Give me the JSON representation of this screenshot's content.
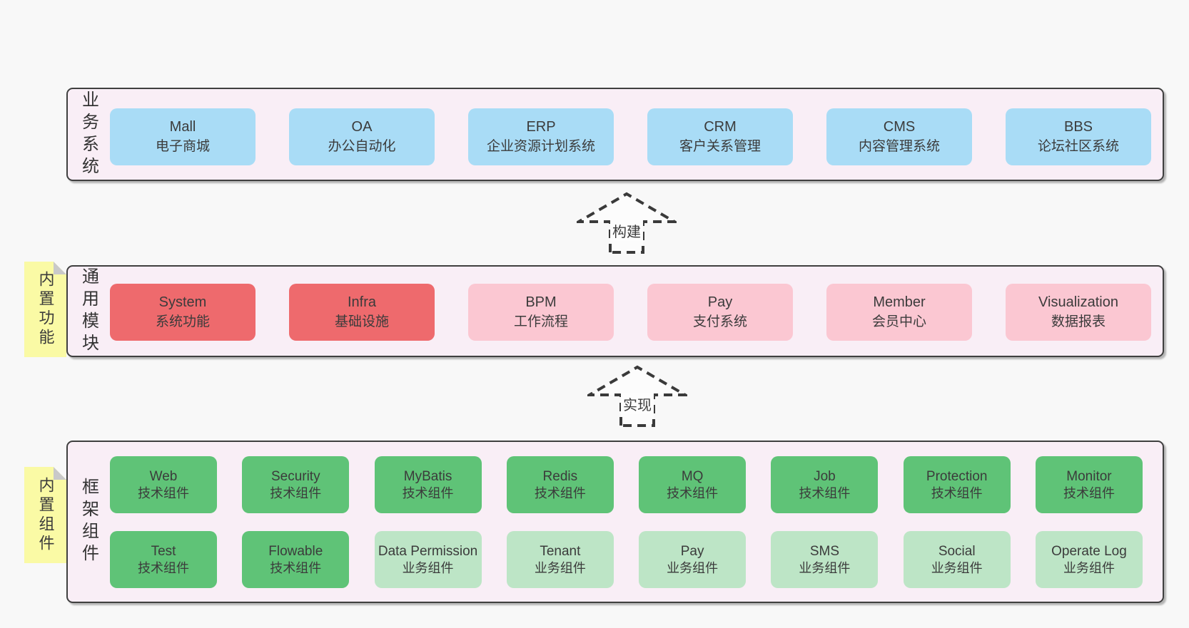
{
  "palette": {
    "page_bg": "#f8f8f8",
    "section_bg": "#f9eef6",
    "section_border": "#3f3f3f",
    "blue": "#a9dcf6",
    "red": "#ee6a6d",
    "pink": "#fbc7d2",
    "green": "#5fc377",
    "light_green": "#bde5c6",
    "sticky_yellow": "#fafaa5",
    "sticky_fold_gray": "#c9c9c9",
    "text": "#3b3b3b"
  },
  "arrows": {
    "build": "构建",
    "implement": "实现"
  },
  "sections": {
    "business": {
      "side_label": "业务系统",
      "boxes": [
        {
          "title": "Mall",
          "subtitle": "电子商城"
        },
        {
          "title": "OA",
          "subtitle": "办公自动化"
        },
        {
          "title": "ERP",
          "subtitle": "企业资源计划系统"
        },
        {
          "title": "CRM",
          "subtitle": "客户关系管理"
        },
        {
          "title": "CMS",
          "subtitle": "内容管理系统"
        },
        {
          "title": "BBS",
          "subtitle": "论坛社区系统"
        }
      ]
    },
    "common": {
      "side_label": "通用模块",
      "sticky_label": "内置功能",
      "boxes": [
        {
          "title": "System",
          "subtitle": "系统功能",
          "tone": "red"
        },
        {
          "title": "Infra",
          "subtitle": "基础设施",
          "tone": "red"
        },
        {
          "title": "BPM",
          "subtitle": "工作流程",
          "tone": "pink"
        },
        {
          "title": "Pay",
          "subtitle": "支付系统",
          "tone": "pink"
        },
        {
          "title": "Member",
          "subtitle": "会员中心",
          "tone": "pink"
        },
        {
          "title": "Visualization",
          "subtitle": "数据报表",
          "tone": "pink"
        }
      ]
    },
    "framework": {
      "side_label": "框架组件",
      "sticky_label": "内置组件",
      "rows": [
        [
          {
            "title": "Web",
            "subtitle": "技术组件",
            "tone": "green"
          },
          {
            "title": "Security",
            "subtitle": "技术组件",
            "tone": "green"
          },
          {
            "title": "MyBatis",
            "subtitle": "技术组件",
            "tone": "green"
          },
          {
            "title": "Redis",
            "subtitle": "技术组件",
            "tone": "green"
          },
          {
            "title": "MQ",
            "subtitle": "技术组件",
            "tone": "green"
          },
          {
            "title": "Job",
            "subtitle": "技术组件",
            "tone": "green"
          },
          {
            "title": "Protection",
            "subtitle": "技术组件",
            "tone": "green"
          },
          {
            "title": "Monitor",
            "subtitle": "技术组件",
            "tone": "green"
          }
        ],
        [
          {
            "title": "Test",
            "subtitle": "技术组件",
            "tone": "green"
          },
          {
            "title": "Flowable",
            "subtitle": "技术组件",
            "tone": "green"
          },
          {
            "title": "Data Permission",
            "subtitle": "业务组件",
            "tone": "light_green"
          },
          {
            "title": "Tenant",
            "subtitle": "业务组件",
            "tone": "light_green"
          },
          {
            "title": "Pay",
            "subtitle": "业务组件",
            "tone": "light_green"
          },
          {
            "title": "SMS",
            "subtitle": "业务组件",
            "tone": "light_green"
          },
          {
            "title": "Social",
            "subtitle": "业务组件",
            "tone": "light_green"
          },
          {
            "title": "Operate Log",
            "subtitle": "业务组件",
            "tone": "light_green"
          }
        ]
      ]
    }
  }
}
